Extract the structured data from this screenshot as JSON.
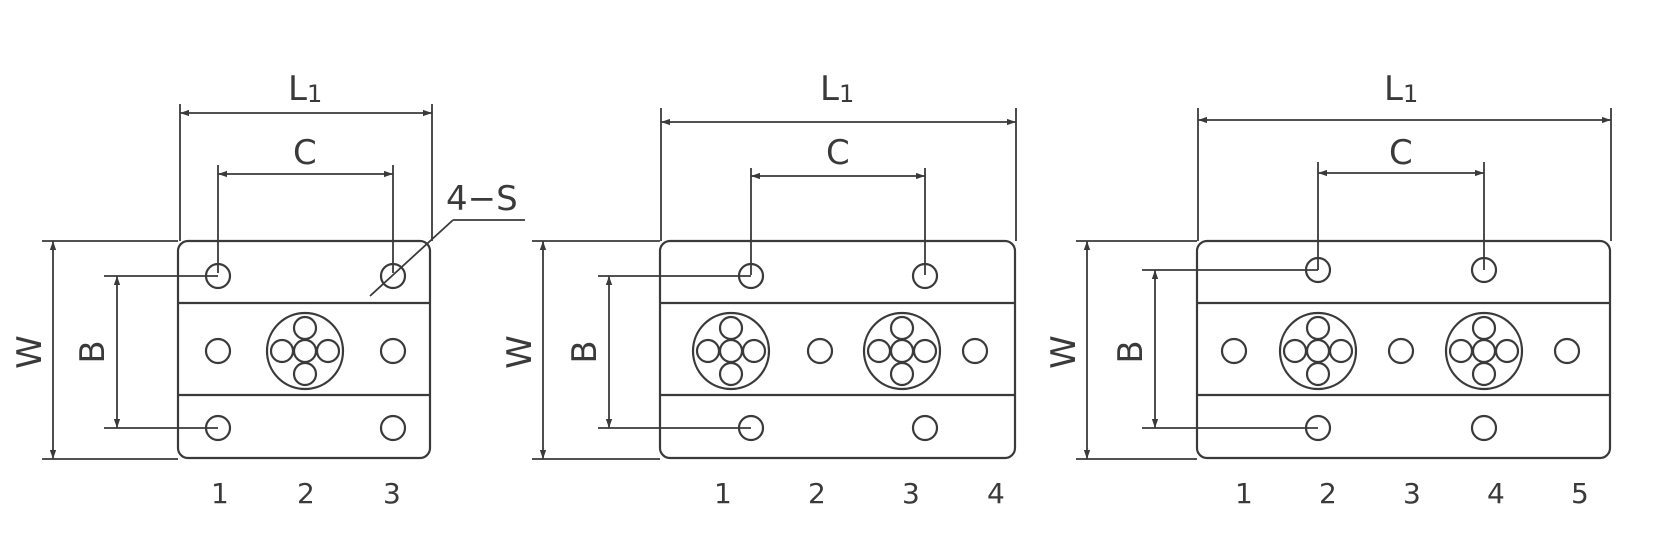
{
  "views": [
    {
      "label_l1": "L",
      "label_l1_sub": "1",
      "label_c": "C",
      "label_w": "W",
      "label_b": "B",
      "label_s": "4−S",
      "positions": [
        "1",
        "2",
        "3"
      ]
    },
    {
      "label_l1": "L",
      "label_l1_sub": "1",
      "label_c": "C",
      "label_w": "W",
      "label_b": "B",
      "positions": [
        "1",
        "2",
        "3",
        "4"
      ]
    },
    {
      "label_l1": "L",
      "label_l1_sub": "1",
      "label_c": "C",
      "label_w": "W",
      "label_b": "B",
      "positions": [
        "1",
        "2",
        "3",
        "4",
        "5"
      ]
    }
  ]
}
